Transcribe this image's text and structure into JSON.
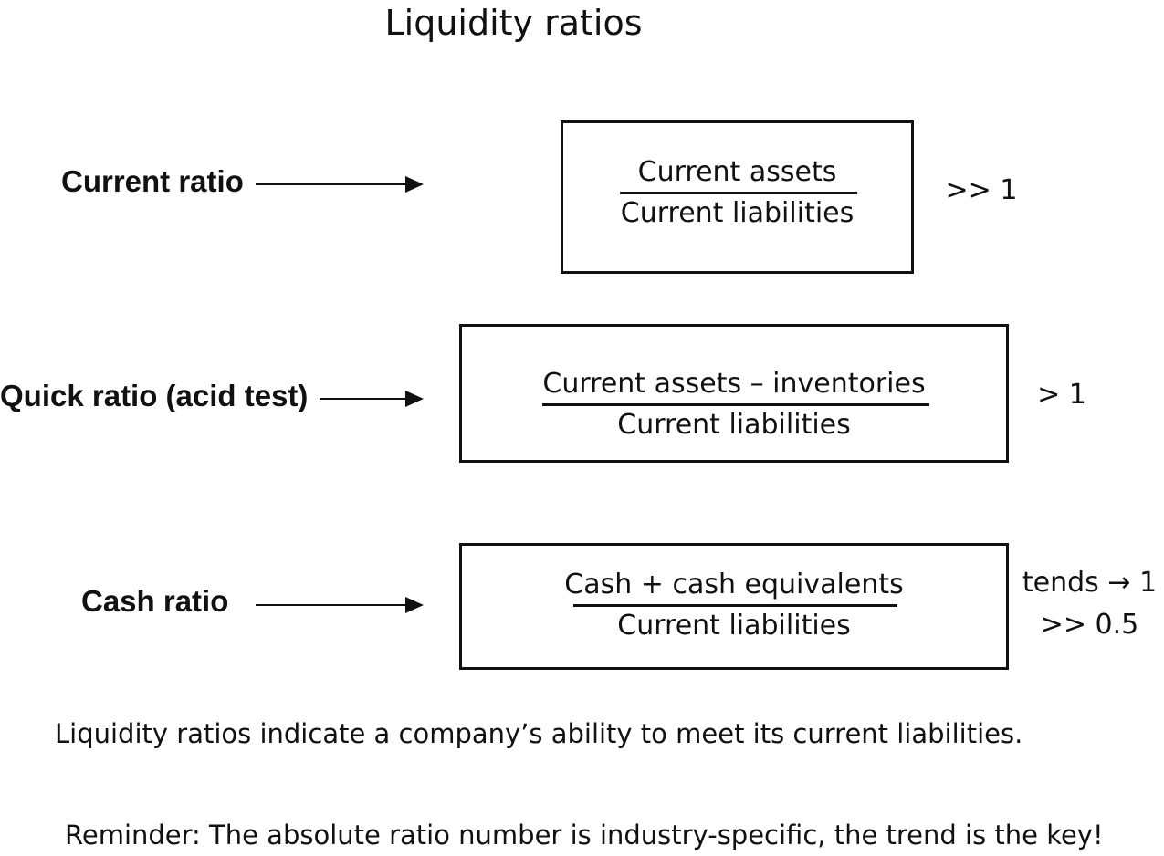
{
  "title": "Liquidity ratios",
  "ratios": [
    {
      "name": "Current ratio",
      "numerator": "Current assets",
      "denominator": "Current liabilities",
      "benchmark": [
        ">> 1"
      ]
    },
    {
      "name": "Quick ratio (acid test)",
      "numerator": "Current assets – inventories",
      "denominator": "Current liabilities",
      "benchmark": [
        "> 1"
      ]
    },
    {
      "name": "Cash ratio",
      "numerator": "Cash + cash equivalents",
      "denominator": "Current liabilities",
      "benchmark": [
        "tends → 1",
        ">> 0.5"
      ]
    }
  ],
  "notes": {
    "definition": "Liquidity ratios indicate a company’s ability to meet its current liabilities.",
    "reminder": "Reminder: The absolute ratio number is industry-specific, the trend is the key!"
  }
}
